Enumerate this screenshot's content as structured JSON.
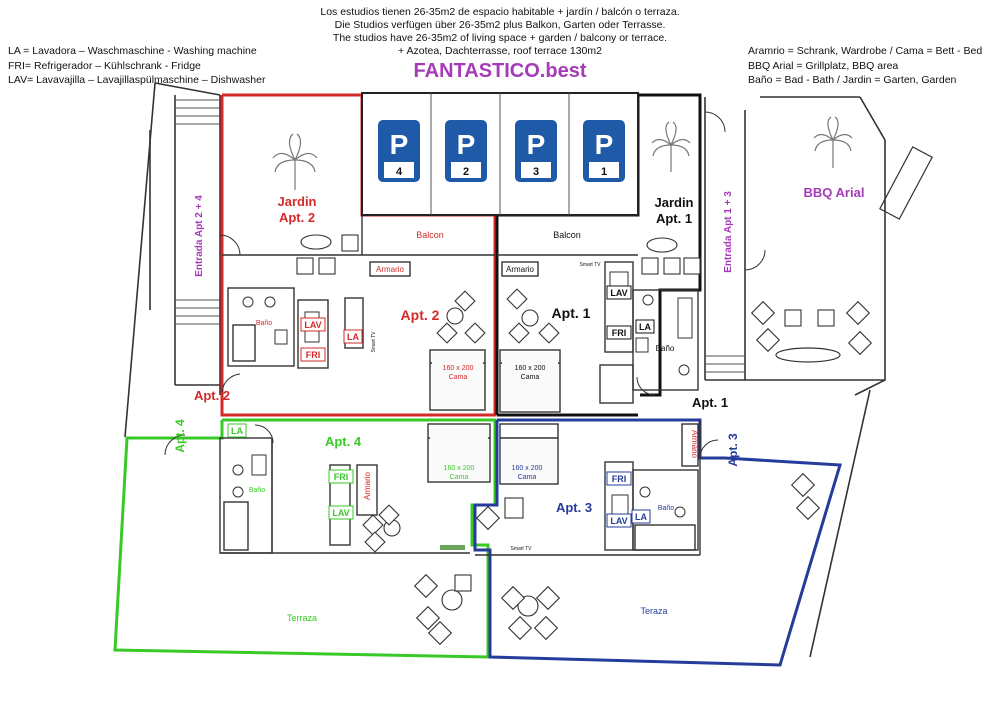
{
  "header": {
    "lines": [
      "Los estudios tienen 26-35m2 de espacio habitable + jardín / balcón o terraza.",
      "Die Studios verfügen über 26-35m2 plus Balkon, Garten oder Terrasse.",
      "The studios have 26-35m2 of living space + garden / balcony or terrace.",
      "+ Azotea, Dachterrasse, roof terrace 130m2"
    ],
    "brand": "FANTASTICO.best"
  },
  "legend_left": [
    "LA = Lavadora – Waschmaschine - Washing machine",
    "FRI= Refrigerador – Kühlschrank - Fridge",
    "LAV= Lavavajilla – Lavajillaspülmaschine – Dishwasher"
  ],
  "legend_right": [
    "Aramrio = Schrank, Wardrobe / Cama = Bett - Bed",
    "BBQ Arial = Grillplatz, BBQ area",
    "Baño = Bad -  Bath / Jardin = Garten, Garden"
  ],
  "parking": [
    "4",
    "2",
    "3",
    "1"
  ],
  "parking_letter": "P",
  "plan": {
    "jardin2_a": "Jardin",
    "jardin2_b": "Apt. 2",
    "jardin1_a": "Jardin",
    "jardin1_b": "Apt. 1",
    "bbq": "BBQ Arial",
    "entrada24": "Entrada Apt 2 + 4",
    "entrada13": "Entrada Apt 1 + 3",
    "balcon2": "Balcon",
    "balcon1": "Balcon",
    "apt2": "Apt. 2",
    "apt1": "Apt. 1",
    "apt3": "Apt. 3",
    "apt4": "Apt. 4",
    "apt2_entry": "Apt. 2",
    "apt1_entry": "Apt. 1",
    "apt4_entry": "Apt. 4",
    "apt3_entry": "Apt. 3",
    "armario": "Armario",
    "smart_tv": "Smart TV",
    "bano": "Baño",
    "la": "LA",
    "lav": "LAV",
    "fri": "FRI",
    "cama_size": "160 x 200",
    "cama": "Cama",
    "terraza4": "Terraza",
    "terraza3": "Teraza"
  },
  "colors": {
    "apt2": "#d42a2a",
    "apt1": "#111111",
    "apt4": "#39c927",
    "apt3": "#253c9a",
    "parking": "#1f5aa8",
    "entrada": "#a53bb8",
    "brand": "#a53bb8"
  }
}
